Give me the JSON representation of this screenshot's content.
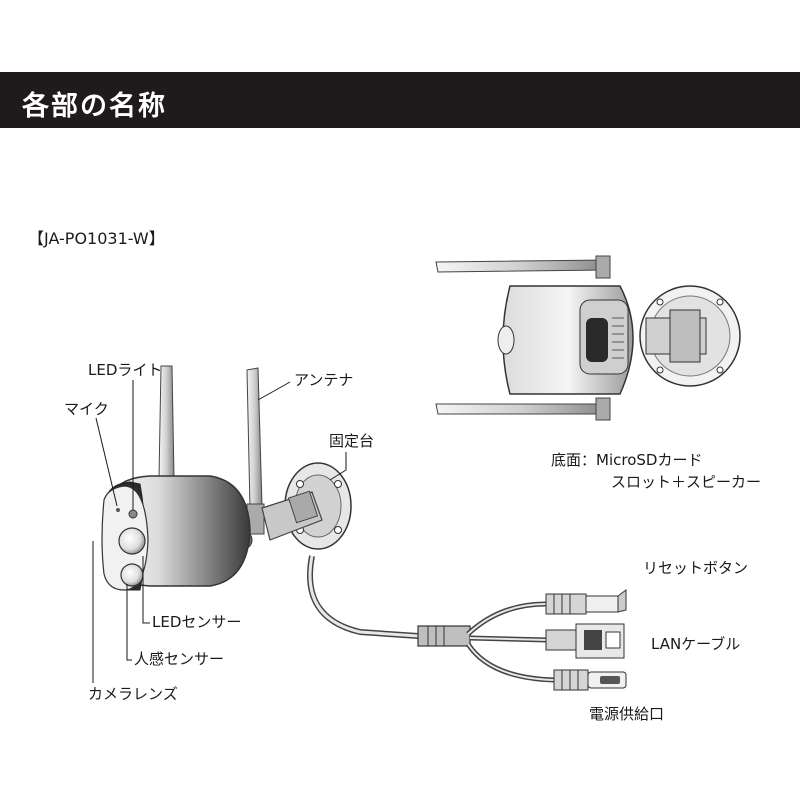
{
  "header": {
    "title": "各部の名称",
    "bg_color": "#1f1b1c",
    "text_color": "#ffffff"
  },
  "model": "【JA-PO1031-W】",
  "callouts": {
    "led_light": "LEDライト",
    "mic": "マイク",
    "antenna": "アンテナ",
    "mount": "固定台",
    "led_sensor": "LEDセンサー",
    "pir_sensor": "人感センサー",
    "camera_lens": "カメラレンズ",
    "reset_button": "リセットボタン",
    "lan_cable": "LANケーブル",
    "power_port": "電源供給口"
  },
  "bottom_view": {
    "line1": "底面：MicroSDカード",
    "line2": "スロット＋スピーカー"
  }
}
